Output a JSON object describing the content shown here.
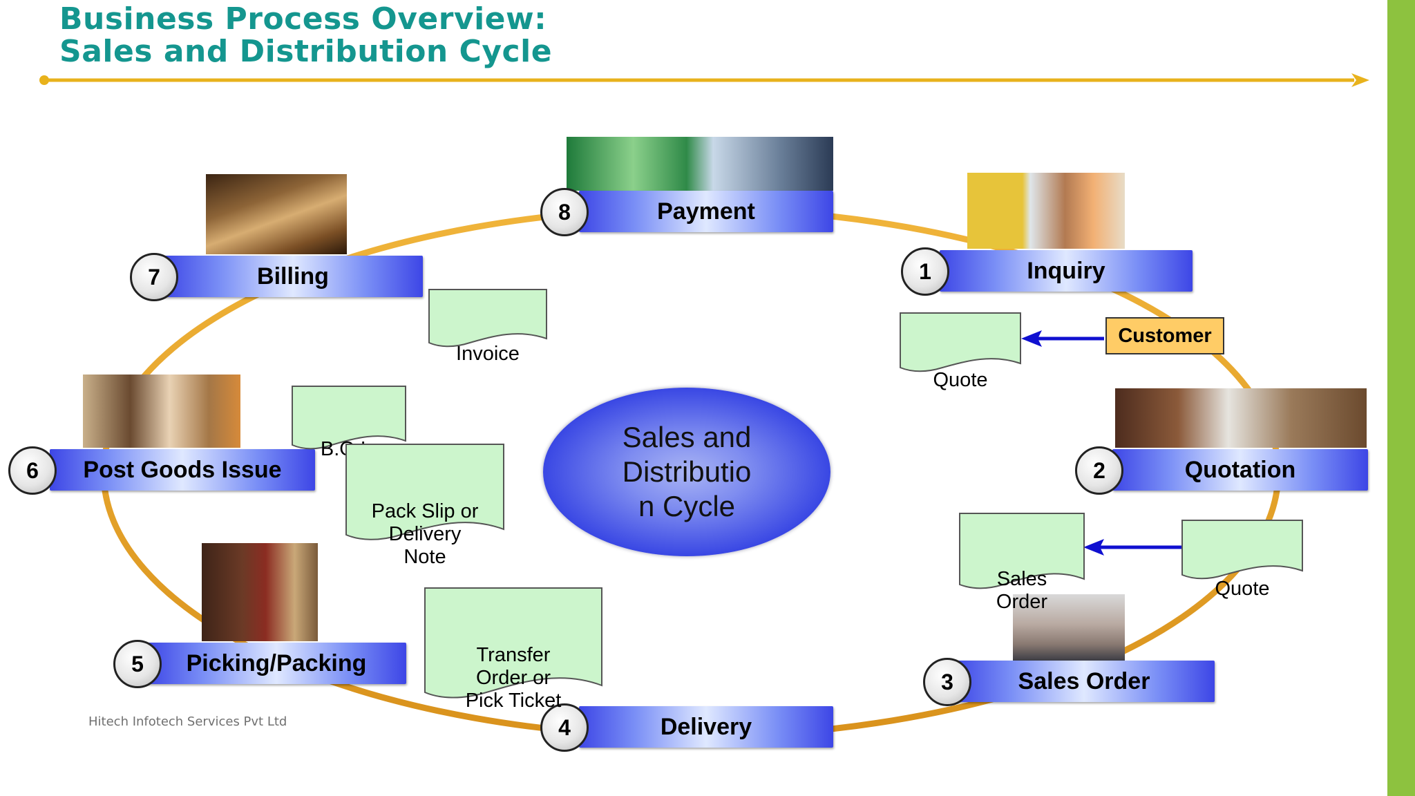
{
  "title": {
    "line1": "Business Process Overview:",
    "line2": "Sales and Distribution Cycle"
  },
  "center": {
    "label": "Sales and\nDistributio\nn Cycle"
  },
  "stages": [
    {
      "number": "1",
      "label": "Inquiry"
    },
    {
      "number": "2",
      "label": "Quotation"
    },
    {
      "number": "3",
      "label": "Sales Order"
    },
    {
      "number": "4",
      "label": "Delivery"
    },
    {
      "number": "5",
      "label": "Picking/Packing"
    },
    {
      "number": "6",
      "label": "Post Goods Issue"
    },
    {
      "number": "7",
      "label": "Billing"
    },
    {
      "number": "8",
      "label": "Payment"
    }
  ],
  "documents": {
    "quote_1": "Quote",
    "quote_2": "Quote",
    "sales_order_doc": "Sales\nOrder",
    "transfer_order": "Transfer\nOrder or\nPick Ticket",
    "pack_slip": "Pack Slip or\nDelivery\nNote",
    "bol": "B.O.L.",
    "invoice": "Invoice"
  },
  "customer": "Customer",
  "footer": "Hitech Infotech Services Pvt Ltd",
  "colors": {
    "title": "#14968f",
    "accent_line": "#e8b21c",
    "stage_bar": "#3d46e6",
    "document_fill": "#ccf5cc",
    "customer_fill": "#ffcc66",
    "arrow": "#1010d0",
    "cycle_ring": "#e8a52a",
    "side_bar": "#8dc23f"
  }
}
